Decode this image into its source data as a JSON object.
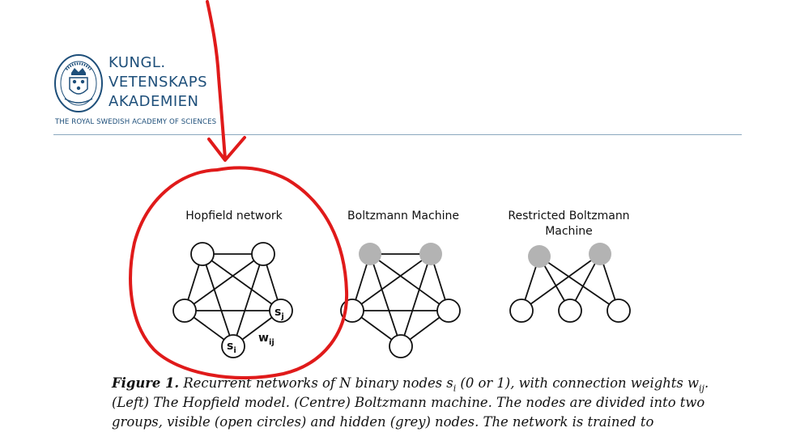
{
  "header": {
    "logo_lines": [
      "KUNGL.",
      "VETENSKAPS",
      "AKADEMIEN"
    ],
    "subtitle": "THE ROYAL SWEDISH ACADEMY OF SCIENCES",
    "seal_ring_text": "KUNGL. VETENSKAPS AKADEMIEN"
  },
  "figure": {
    "diagrams": [
      {
        "title": "Hopfield network"
      },
      {
        "title": "Boltzmann Machine"
      },
      {
        "title_lines": [
          "Restricted Boltzmann",
          "Machine"
        ]
      }
    ],
    "labels": {
      "s_i": "s",
      "s_i_sub": "i",
      "s_j": "s",
      "s_j_sub": "j",
      "w": "w",
      "w_sub": "ij"
    },
    "node_colors": {
      "visible": "#ffffff",
      "hidden": "#b3b3b3"
    }
  },
  "caption": {
    "label": "Figure 1.",
    "line1": "Recurrent networks of N binary nodes s",
    "line1_sub": "i",
    "line1_rest": " (0 or 1), with connection weights w",
    "line1_sub2": "ij",
    "line1_end": ".",
    "line2": "(Left) The Hopfield model. (Centre) Boltzmann machine. The nodes are divided into two",
    "line3": "groups, visible (open circles) and hidden (grey) nodes. The network is trained to"
  },
  "annotation_color": "#e01a1a"
}
